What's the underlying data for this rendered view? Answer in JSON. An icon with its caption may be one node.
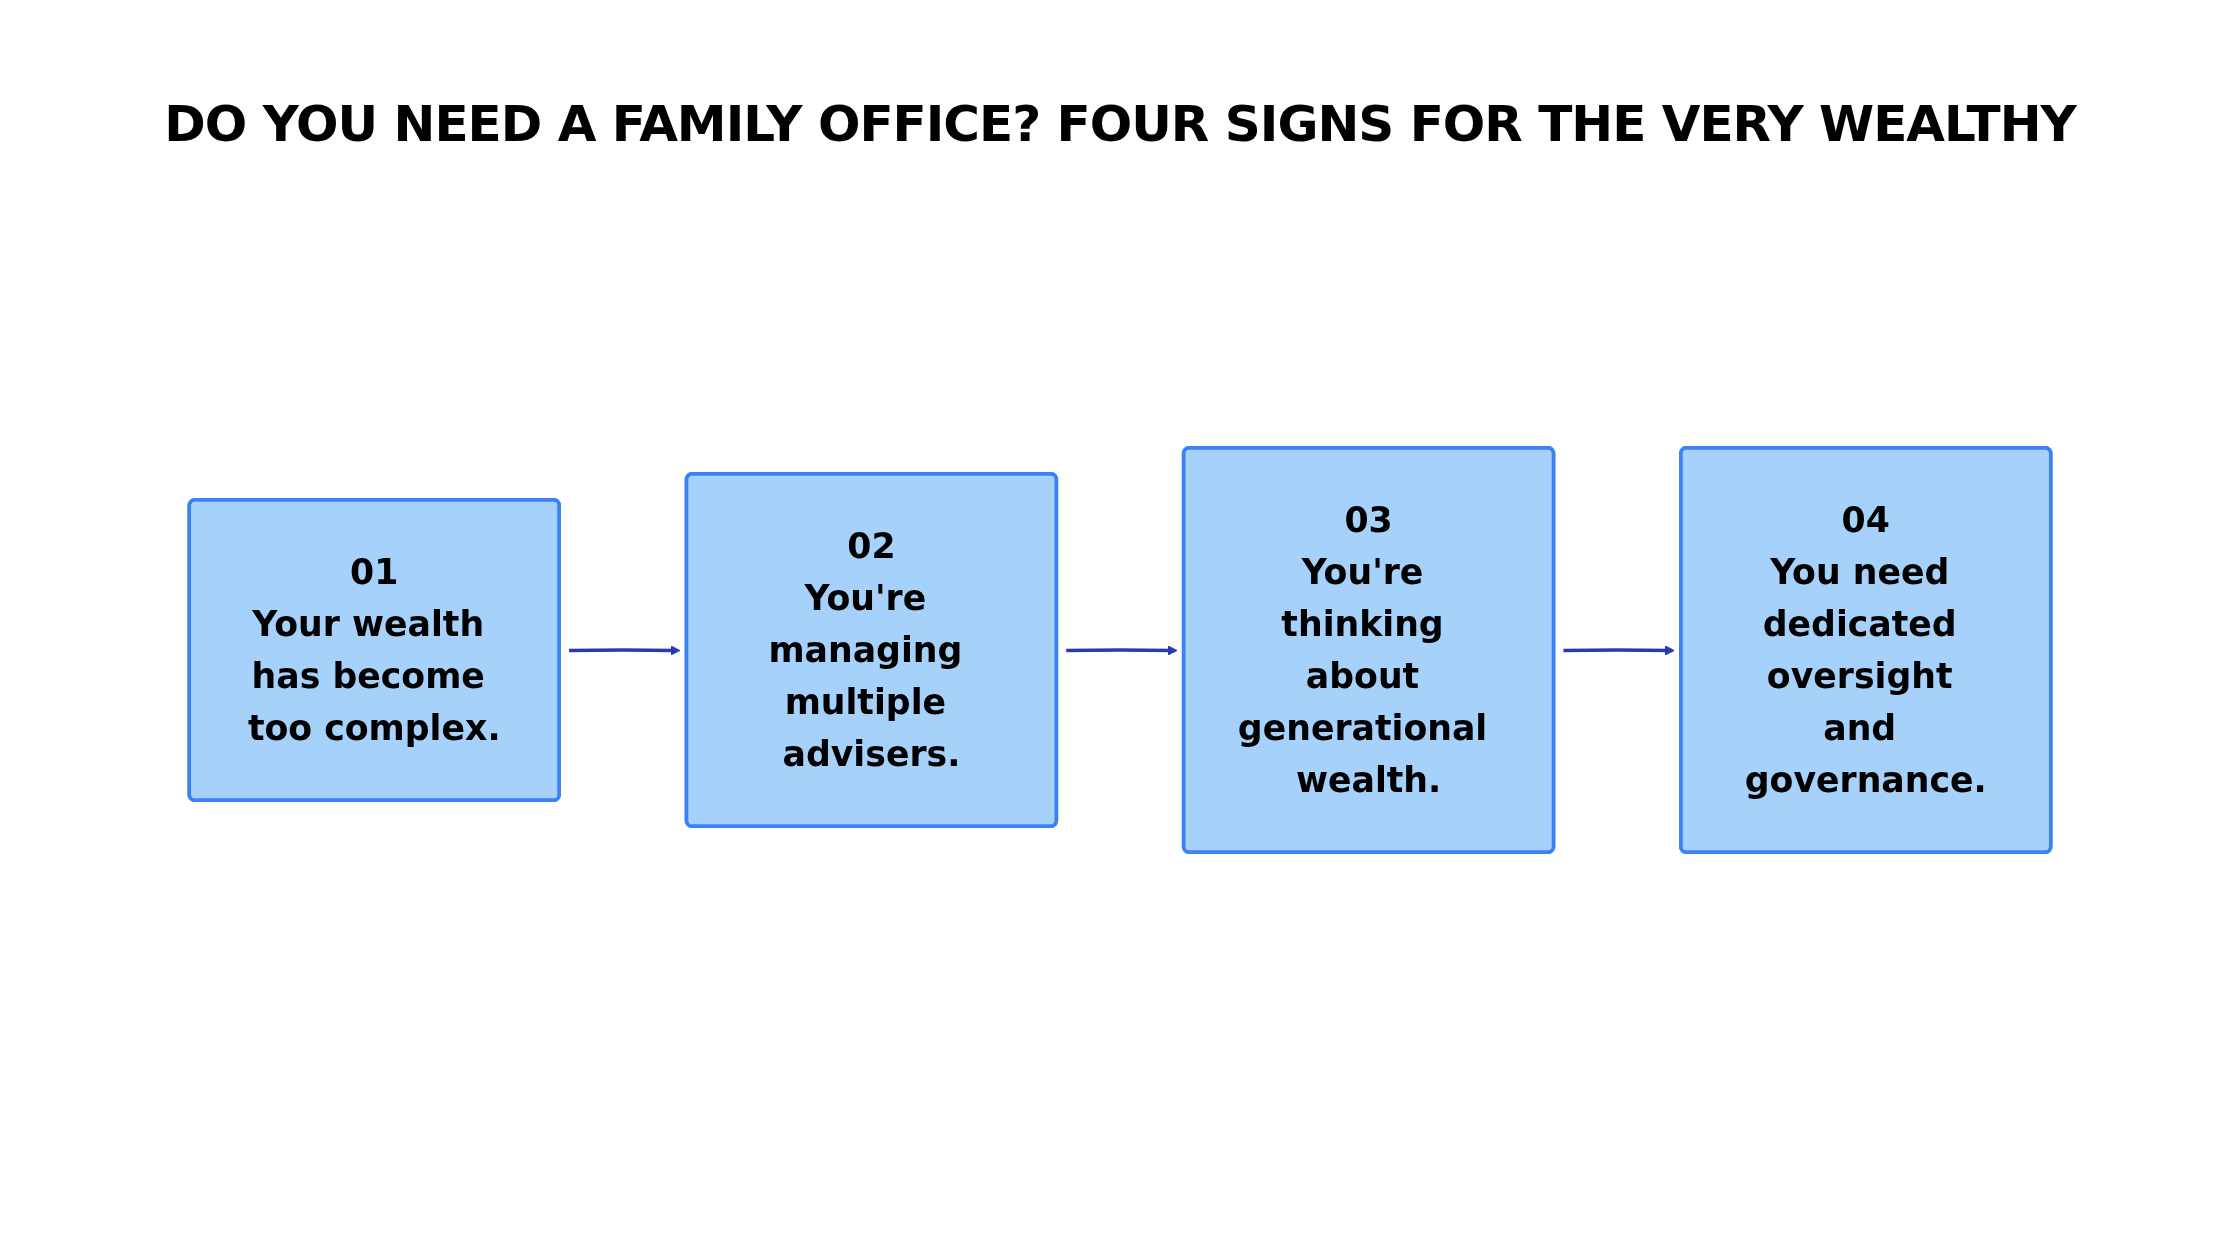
{
  "diagram": {
    "title": "DO YOU NEED A FAMILY OFFICE? FOUR SIGNS FOR THE VERY WEALTHY",
    "nodes": [
      {
        "text": [
          "01",
          "Your wealth has become too complex."
        ]
      },
      {
        "text": [
          "02",
          "You're managing multiple advisers."
        ]
      },
      {
        "text": [
          "03",
          "You're thinking about generational wealth."
        ]
      },
      {
        "text": [
          "04",
          "You need dedicated oversight and governance."
        ]
      }
    ],
    "edges": [
      {
        "from": 0,
        "to": 1,
        "arrow": "to"
      },
      {
        "from": 1,
        "to": 2,
        "arrow": "to"
      },
      {
        "from": 2,
        "to": 3,
        "arrow": "to"
      }
    ]
  }
}
